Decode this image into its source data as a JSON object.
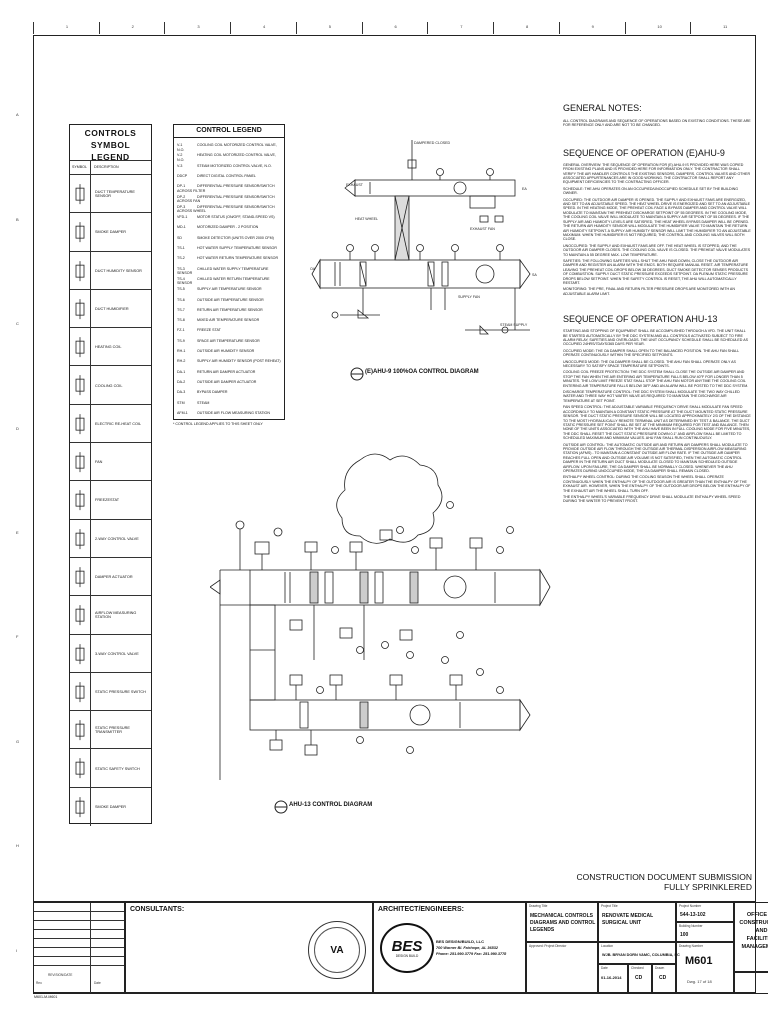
{
  "rulers": {
    "top": [
      "1",
      "2",
      "3",
      "4",
      "5",
      "6",
      "7",
      "8",
      "9",
      "10",
      "11"
    ],
    "side": [
      "A",
      "B",
      "C",
      "D",
      "E",
      "F",
      "G",
      "H",
      "I"
    ]
  },
  "symbols": {
    "title": "CONTROLS SYMBOL LEGEND",
    "col_symbol": "SYMBOL",
    "col_desc": "DESCRIPTION",
    "items": [
      {
        "label": "DUCT TEMPERATURE SENSOR",
        "icon": "temp-sensor-icon"
      },
      {
        "label": "SMOKE DAMPER",
        "icon": "smoke-damper-icon"
      },
      {
        "label": "DUCT HUMIDITY SENSOR",
        "icon": "humidity-sensor-icon"
      },
      {
        "label": "DUCT HUMIDIFIER",
        "icon": "humidifier-icon"
      },
      {
        "label": "HEATING COIL",
        "icon": "heating-coil-icon"
      },
      {
        "label": "COOLING COIL",
        "icon": "cooling-coil-icon"
      },
      {
        "label": "ELECTRIC RE-HEAT COIL",
        "icon": "electric-coil-icon"
      },
      {
        "label": "FAN",
        "icon": "fan-icon"
      },
      {
        "label": "FREEZESTAT",
        "icon": "freezestat-icon"
      },
      {
        "label": "2-WAY CONTROL VALVE",
        "icon": "2way-valve-icon"
      },
      {
        "label": "DAMPER ACTUATOR",
        "icon": "damper-actuator-icon"
      },
      {
        "label": "AIRFLOW MEASURING STATION",
        "icon": "airflow-station-icon"
      },
      {
        "label": "3-WAY CONTROL VALVE",
        "icon": "3way-valve-icon"
      },
      {
        "label": "STATIC PRESSURE SWITCH",
        "icon": "pressure-switch-icon"
      },
      {
        "label": "STATIC PRESSURE TRANSMITTER",
        "icon": "pressure-transmitter-icon"
      },
      {
        "label": "STATIC SAFETY SWITCH",
        "icon": "safety-switch-icon"
      },
      {
        "label": "SMOKE DAMPER",
        "icon": "smoke-damper-icon"
      }
    ]
  },
  "control_legend": {
    "title": "CONTROL LEGEND",
    "rows": [
      [
        "V-1",
        "COOLING COIL MOTORIZED CONTROL VALVE, N.O."
      ],
      [
        "V-2",
        "HEATING COIL MOTORIZED CONTROL VALVE, N.O."
      ],
      [
        "V-3",
        "STEAM MOTORIZED CONTROL VALVE, N.O."
      ],
      [
        "DDCP",
        "DIRECT DIGITAL CONTROL PANEL"
      ],
      [
        "DP-1",
        "DIFFERENTIAL PRESSURE SENSOR/SWITCH ACROSS FILTER"
      ],
      [
        "DP-2",
        "DIFFERENTIAL PRESSURE SENSOR/SWITCH ACROSS FAN"
      ],
      [
        "DP-3",
        "DIFFERENTIAL PRESSURE SENSOR/SWITCH ACROSS WHEEL"
      ],
      [
        "VFD-1",
        "MOTOR STATUS (ON/OFF, STAND-SPEED VS)"
      ],
      [
        "MD-1",
        "MOTORIZED DAMPER - 2 POSITION"
      ],
      [
        "SD",
        "SMOKE DETECTOR (UNITS OVER 2000 CFM)"
      ],
      [
        "TS-1",
        "HOT WATER SUPPLY TEMPERATURE SENSOR"
      ],
      [
        "TS-2",
        "HOT WATER RETURN TEMPERATURE SENSOR"
      ],
      [
        "TS-3",
        "CHILLED WATER SUPPLY TEMPERATURE SENSOR"
      ],
      [
        "TS-4",
        "CHILLED WATER RETURN TEMPERATURE SENSOR"
      ],
      [
        "TS-5",
        "SUPPLY AIR TEMPERATURE SENSOR"
      ],
      [
        "TS-6",
        "OUTSIDE AIR TEMPERATURE SENSOR"
      ],
      [
        "TS-7",
        "RETURN AIR TEMPERATURE SENSOR"
      ],
      [
        "TS-8",
        "MIXED AIR TEMPERATURE SENSOR"
      ],
      [
        "FZ-1",
        "FREEZE STAT"
      ],
      [
        "TS-9",
        "SPACE AIR TEMPERATURE SENSOR"
      ],
      [
        "RH-1",
        "OUTSIDE AIR HUMIDITY SENSOR"
      ],
      [
        "RH-2",
        "SUPPLY AIR HUMIDITY SENSOR (POST REHEAT)"
      ],
      [
        "DA-1",
        "RETURN AIR DAMPER ACTUATOR"
      ],
      [
        "DA-2",
        "OUTSIDE AIR DAMPER ACTUATOR"
      ],
      [
        "DA-3",
        "BYPASS DAMPER"
      ],
      [
        "STM",
        "STEAM"
      ],
      [
        "AFM-1",
        "OUTSIDE AIR FLOW MEASURING STATION"
      ]
    ],
    "footnote": "* CONTROL LEGEND APPLIES TO THIS SHEET ONLY"
  },
  "diagrams": {
    "top_caption": "(E)AHU-9 100%OA CONTROL DIAGRAM",
    "bottom_caption": "AHU-13 CONTROL DIAGRAM",
    "labels": {
      "exhaust": "EXHAUST",
      "oa": "OA",
      "sa": "SA",
      "ea": "EA",
      "dampered": "DAMPERED CLOSED",
      "supply_fan": "SUPPLY FAN",
      "steam": "STEAM SUPPLY",
      "exhaust_fan": "EXHAUST FAN",
      "heat_wheel": "HEAT WHEEL"
    }
  },
  "notes": {
    "general_title": "GENERAL NOTES:",
    "general_body": "ALL CONTROL DIAGRAMS AND SEQUENCE OF OPERATIONS BASED ON EXISTING CONDITIONS. THESE ARE FOR REFERENCE ONLY AND ARE NOT TO BE CHANGED.",
    "seq1_title": "SEQUENCE OF OPERATION (E)AHU-9",
    "seq1_paras": [
      "GENERAL OVERVIEW: THE SEQUENCE OF OPERATION FOR (E) AHU-9 IS PROVIDED HERE WAS COPIED FROM EXISTING PLANS AND IS PROVIDED HERE FOR INFORMATION ONLY. THE CONTRACTOR SHALL VERIFY THE AIR HANDLER CONTROLS THE EXISTING SENSORS, DAMPERS, CONTROL VALVES AND OTHER ASSOCIATED APPURTENANCES ARE IN GOOD WORKING. THE CONTRACTOR SHALL REPORT ANY EQUIPMENT DEFICIENCIES TO THE CONTRACTING OFFICER.",
      "SCHEDULE: THE AHU OPERATES ON AN OCCUPIED/UNOCCUPIED SCHEDULE SET BY THE BUILDING OWNER.",
      "OCCUPIED: THE OUTDOOR AIR DAMPER IS OPENED. THE SUPPLY AND EXHAUST FANS ARE ENERGIZED, AND SET TO AN ADJUSTABLE SPEED. THE HEAT WHEEL DRIVE IS ENERGIZED AND SET TO AN ADJUSTABLE SPEED. IN THE HEATING MODE, THE PREHEAT COIL FACE & BYPASS DAMPER AND CONTROL VALVE WILL MODULATE TO MAINTAIN THE PREHEAT DISCHARGE SETPOINT OF 55 DEGREES. IN THE COOLING MODE, THE COOLING COIL VALVE WILL MODULATE TO MAINTAIN A SUPPLY AIR SETPOINT OF 55 DEGREES. IF THE SUPPLY AIR AND HUMIDITY LEVELS ARE SATISFIED, THE HEAT WHEEL BYPASS DAMPER WILL BE OPENED. THE RETURN AIR HUMIDITY SENSOR WILL MODULATE THE HUMIDIFIER VALVE TO MAINTAIN THE RETURN AIR HUMIDITY SETPOINT. A SUPPLY AIR HUMIDITY SENSOR WILL LIMIT THE HUMIDIFIER TO AN ADJUSTABLE MAXIMUM. WHEN THE HUMIDIFIER IS NOT REQUIRED, THE CONTROL AND COOLING VALVES WILL BOTH CLOSE.",
      "UNOCCUPIED: THE SUPPLY AND EXHAUST FANS ARE OFF. THE HEAT WHEEL IS STOPPED, AND THE OUTDOOR AIR DAMPER CLOSES. THE COOLING COIL VALVE IS CLOSED. THE PREHEAT VALVE MODULATES TO MAINTAIN A 55 DEGREE MAX. LOW TEMPERATURE.",
      "SAFETIES: THE FOLLOWING SAFETIES WILL SHUT THE AHU FANS DOWN, CLOSE THE OUTDOOR AIR DAMPER AND REGISTER AN ALARM WITH THE EMCS. BOTH REQUIRE MANUAL RESET. AIR TEMPERATURE LEAVING THE PREHEAT COIL DROPS BELOW 38 DEGREES. DUCT SMOKE DETECTOR SENSES PRODUCTS OF COMBUSTION. SUPPLY DUCT STATIC PRESSURE EXCEEDS SETPOINT. OA PLENUM STATIC PRESSURE DROPS BELOW SETPOINT. WHEN THE SAFETY CONTROL IS RESET, THE AHU WILL AUTOMATICALLY RESTART.",
      "MONITORING: THE PRE, FINAL AND RETURN FILTER PRESSURE DROPS ARE MONITORED WITH AN ADJUSTABLE ALARM LIMIT."
    ],
    "seq2_title": "SEQUENCE OF OPERATION AHU-13",
    "seq2_paras": [
      "STARTING AND STOPPING OF EQUIPMENT SHALL BE ACCOMPLISHED THROUGH A VFD. THE UNIT SHALL BE STARTED AUTOMATICALLY BY THE DDC SYSTEM AND ALL CONTROLS ACTIVATED SUBJECT TO FIRE ALARM RELAY, SAFETIES AND OVERLOADS. THE UNIT OCCUPANCY SCHEDULE SHALL BE SCHEDULED AS OCCUPIED 24HRS/7DAYS/365 DAYS PER YEAR.",
      "OCCUPIED MODE: THE OA DAMPER SHALL OPEN TO THE BALANCED POSITION. THE AHU FAN SHALL OPERATE CONTINUOUSLY WITHIN THE SPECIFIED SETPOINTS.",
      "UNOCCUPIED MODE: THE OA DAMPER SHALL BE CLOSED. THE AHU FAN SHALL OPERATE ONLY AS NECESSARY TO SATISFY SPACE TEMPERATURE SETPOINTS.",
      "COOLING COIL FREEZE PROTECTION: THE DDC SYSTEM SHALL CLOSE THE OUTSIDE AIR DAMPER AND STOP THE FAN WHEN THE AIR ENTERING AIR TEMPERATURE FALLS BELOW 40°F FOR LONGER THAN 5 MINUTES. THE LOW LIMIT FREEZE STAT SHALL STOP THE AHU FAN MOTOR ANYTIME THE COOLING COIL ENTERING AIR TEMPERATURE FALLS BELOW 38°F AND AN ALARM WILL BE POSTED TO THE DDC SYSTEM.",
      "DISCHARGE TEMPERATURE CONTROL: THE DDC SYSTEM SHALL MODULATE THE TWO WAY CHILLED WATER AND THREE WAY HOT WATER VALVE AS REQUIRED TO MAINTAIN THE DISCHARGE AIR TEMPERATURE AT SET POINT.",
      "FAN SPEED CONTROL: THE ADJUSTABLE VARIABLE FREQUENCY DRIVE SHALL MODULATE FAN SPEED ACCORDINGLY TO MAINTAIN A CONSTANT STATIC PRESSURE AT THE DUCT MOUNTED STATIC PRESSURE SENSOR. THE DUCT STATIC PRESSURE SENSOR WILL BE LOCATED APPROXIMATELY 2/3 OF THE DISTANCE TO THE MOST HYDRAULICALLY REMOTE TERMINAL UNIT AS DETERMINED BY TEST & BALANCE. THE DUCT STATIC PRESSURE SET POINT SHALL BE SET AT THE MINIMUM REQUIRED FOR TEST AND BALANCE. THEN NONE OF THE UNITS ASSOCIATED WITH THE AHU HAVE BEEN IN FULL COOLING MODE FOR FIVE MINUTES, THE DDC SHALL RESET THE DUCT STATIC PRESSURE DOWN 0.1\" AND AIRFLOW SHALL BE LIMITED TO SCHEDULED MAXIMUM AND MINIMUM VALUES. AHU FAN SHALL RUN CONTINUOUSLY.",
      "OUTSIDE AIR CONTROL: THE AUTOMATIC OUTSIDE AIR AND RETURN AIR DAMPERS SHALL MODULATE TO PROVIDE OUTSIDE AIR FLOW THROUGH THE OUTSIDE AIR THERMAL DISPERSION AIRFLOW MEASURING STATION (AFMS) - TO MAINTAIN A CONSTANT OUTSIDE AIR FLOW RATE. IF THE OUTSIDE AIR DAMPER REACHES FULL OPEN AND OUTSIDE AIR VOLUME IS NOT SATISFIED, THEN THE AUTOMATIC CONTROL DAMPER IN THE RETURN AIR DUCT SHALL MODULATE CLOSED TO MAINTAIN SCHEDULED OUTSIDE AIRFLOW. UPON FAILURE, THE OA DAMPER SHALL BE NORMALLY CLOSED. WHENEVER THE AHU OPERATES DURING UNOCCUPIED MODE, THE OA DAMPER SHALL REMAIN CLOSED.",
      "ENTHALPY WHEEL CONTROL: DURING THE COOLING SEASON THE WHEEL SHALL OPERATE CONTINUOUSLY WHEN THE ENTHALPY OF THE OUTDOOR AIR IS GREATER THAN THE ENTHALPY OF THE EXHAUST AIR. HOWEVER, WHEN THE ENTHALPY OF THE OUTDOOR AIR DROPS BELOW THE ENTHALPY OF THE EXHAUST AIR THE WHEEL SHALL TURN OFF.",
      "THE ENTHALPY WHEEL'S VARIABLE FREQUENCY DRIVE SHALL MODULATE ENTHALPY WHEEL SPEED DURING THE WINTER TO PREVENT FROST."
    ],
    "submission_line1": "CONSTRUCTION DOCUMENT SUBMISSION",
    "submission_line2": "FULLY SPRINKLERED"
  },
  "titleblock": {
    "consultants": "CONSULTANTS:",
    "architect": "ARCHITECT/ENGINEERS:",
    "firm_logo": "BES",
    "firm_sub": "DESIGN BUILD",
    "firm_name": "BES DESIGN/BUILD, LLC",
    "firm_addr1": "700 Warner Bl. Fairhope, AL 36532",
    "firm_addr2": "Phone: 251.990.3779  Fax: 251.990.3778",
    "drawing_title_lbl": "Drawing Title",
    "drawing_title": "MECHANICAL CONTROLS DIAGRAMS AND CONTROL LEGENDS",
    "approved_lbl": "Approved: Project Director",
    "project_title_lbl": "Project Title",
    "project_title": "RENOVATE MEDICAL SURGICAL UNIT",
    "project_number_lbl": "Project Number",
    "project_number": "544-13-102",
    "building_number_lbl": "Building Number",
    "building_number": "100",
    "location_lbl": "Location",
    "location": "WJB. BRYAN DORN VAMC, COLUMBIA, SC",
    "drawing_number_lbl": "Drawing Number",
    "drawing_number": "M601",
    "date_lbl": "Date",
    "date": "01-16-2014",
    "checked_lbl": "Checked",
    "checked": "CD",
    "drawn_lbl": "Drawn",
    "drawn": "CD",
    "dwg_of": "Dwg. 17 of 18",
    "office_line1": "OFFICE OF",
    "office_line2": "CONSTRUCTION",
    "office_line3": "AND",
    "office_line4": "FACILITIES",
    "office_line5": "MANAGEMENT",
    "revision_lbl": "REVISION/DATE",
    "revision_num_lbl": "Rev.",
    "date_revision_lbl": "Date",
    "seal_text": "VA",
    "file_name": "M601-M-M601"
  }
}
